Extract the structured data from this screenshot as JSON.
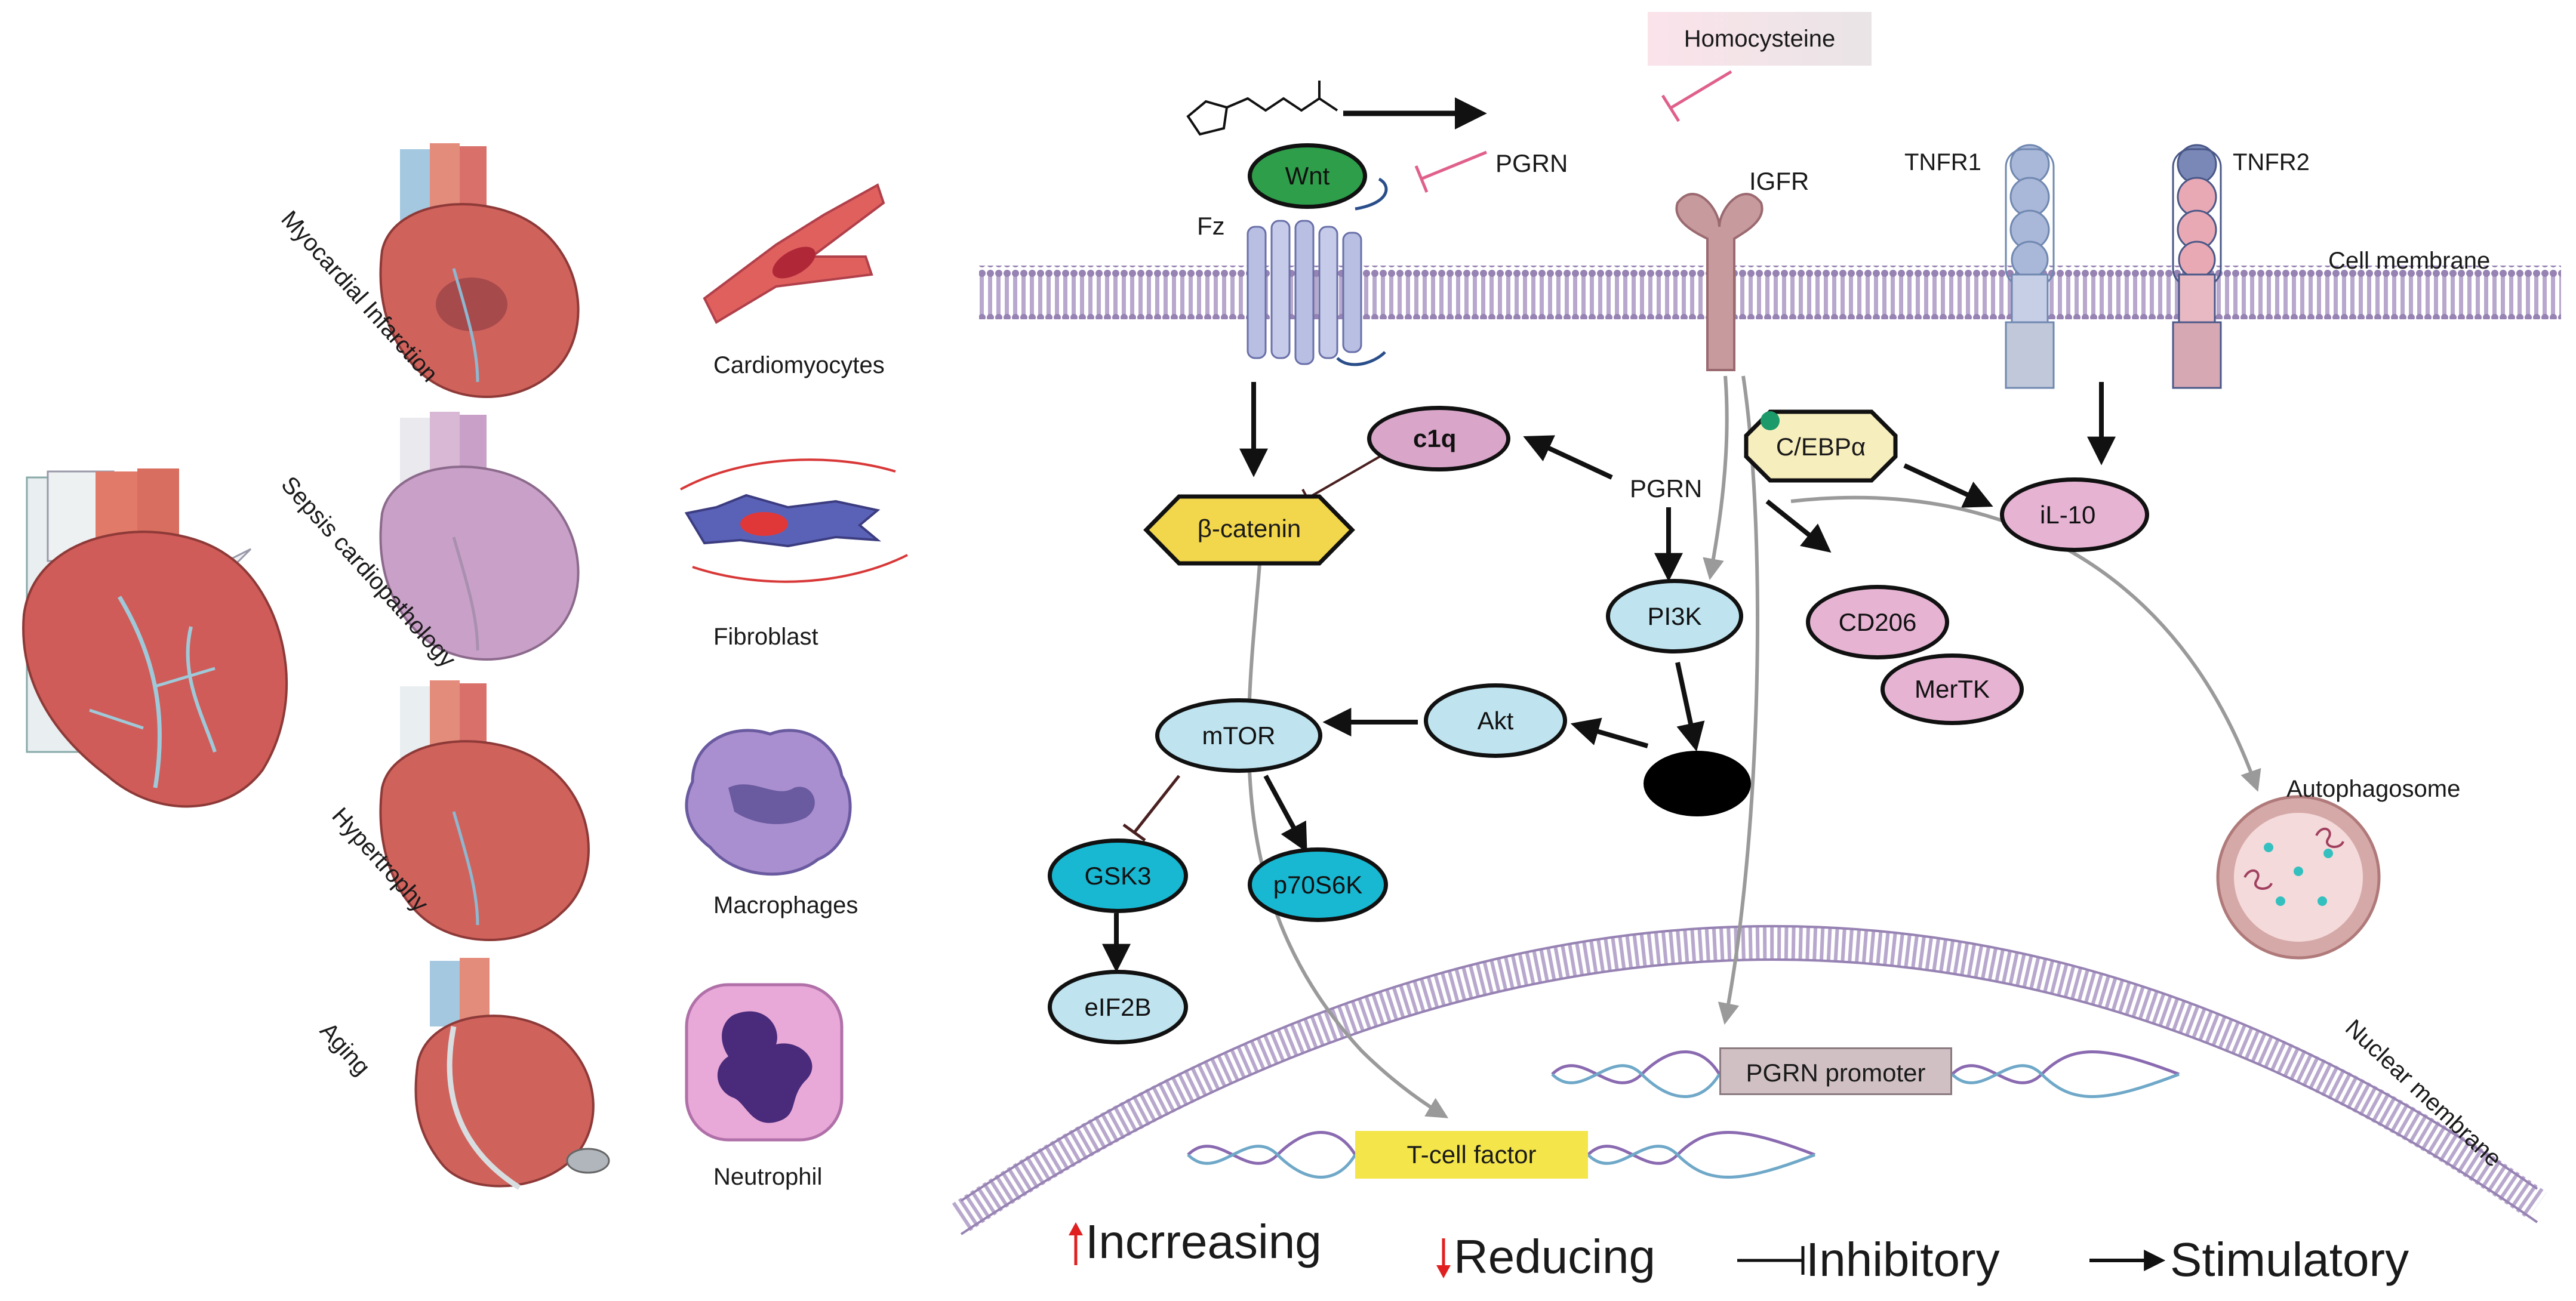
{
  "conditions": {
    "myocardial_infarction": "Myocardial Infarction",
    "sepsis_cardiopathology": "Sepsis cardiopathology",
    "hypertrophy": "Hypertrophy",
    "aging": "Aging"
  },
  "cells": {
    "cardiomyocytes": "Cardiomyocytes",
    "fibroblast": "Fibroblast",
    "macrophages": "Macrophages",
    "neutrophil": "Neutrophil"
  },
  "pathway": {
    "homocysteine": "Homocysteine",
    "pgrn_top": "PGRN",
    "fz": "Fz",
    "wnt": "Wnt",
    "igfr": "IGFR",
    "tnfr1": "TNFR1",
    "tnfr2": "TNFR2",
    "cell_membrane": "Cell membrane",
    "c1q": "c1q",
    "beta_catenin": "β-catenin",
    "pgrn_center": "PGRN",
    "cebpa": "C/EBPα",
    "il10": "iL-10",
    "pi3k": "PI3K",
    "cd206": "CD206",
    "mertk": "MerTK",
    "akt": "Akt",
    "mtor": "mTOR",
    "gsk3": "GSK3",
    "p70s6k": "p70S6K",
    "eif2b": "eIF2B",
    "autophagosome": "Autophagosome",
    "pgrn_promoter": "PGRN promoter",
    "t_cell_factor": "T-cell factor",
    "nuclear_membrane": "Nuclear membrane"
  },
  "legend": {
    "increasing": "Incrreasing",
    "reducing": "Reducing",
    "inhibitory": "Inhibitory",
    "stimulatory": "Stimulatory"
  },
  "colors": {
    "membrane": "#a592bc",
    "wnt": "#2e9e4a",
    "c1q": "#d9a6c9",
    "beta_catenin": "#f2d64b",
    "blue_node": "#bfe4f0",
    "teal_node": "#18b8d2",
    "pink_node": "#e6b3d3",
    "cebpa": "#f7eebd",
    "inhibit": "#e0608c",
    "gray_arrow": "#9a9a9a",
    "up_arrow": "#e02020"
  }
}
